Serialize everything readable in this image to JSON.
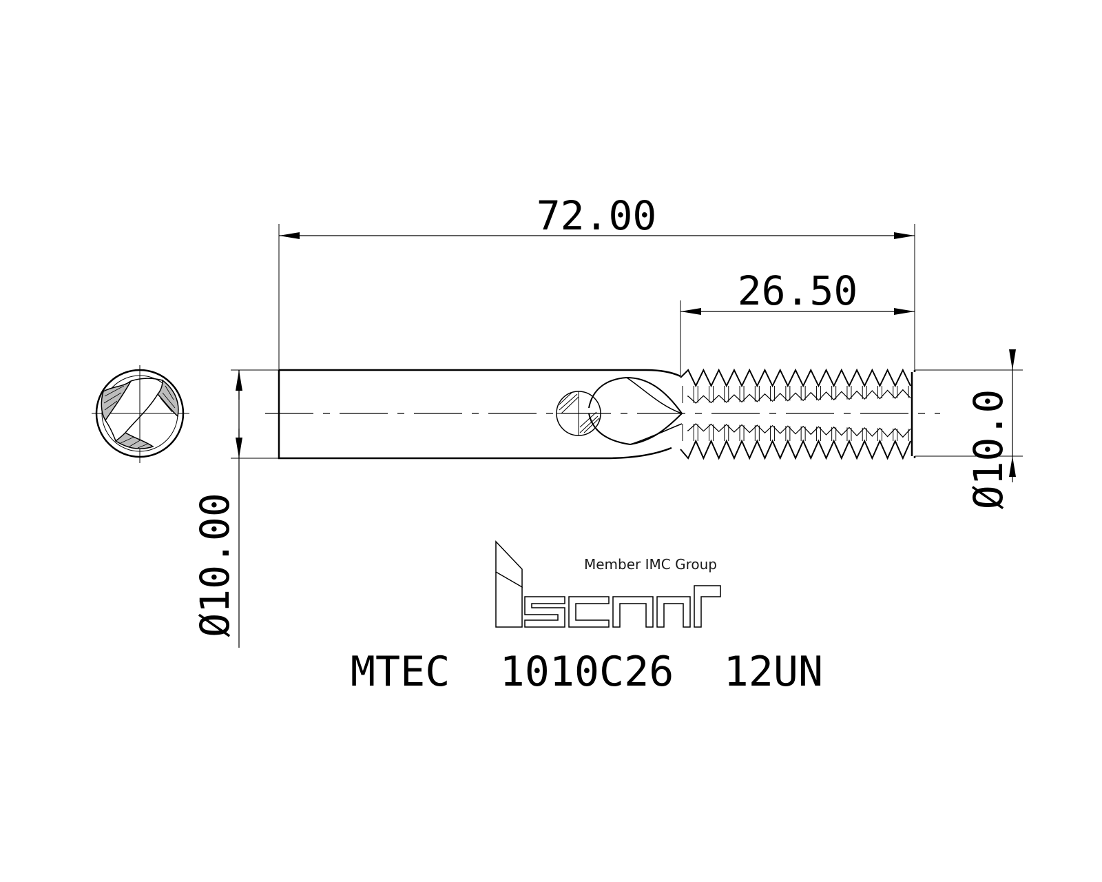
{
  "dimensions": {
    "overall_length": "72.00",
    "thread_length": "26.50",
    "shank_diameter": "Ø10.00",
    "cutting_diameter": "Ø10.0"
  },
  "logo": {
    "brand": "iscar",
    "tagline": "Member IMC Group"
  },
  "part_number": "MTEC  1010C26  12UN"
}
